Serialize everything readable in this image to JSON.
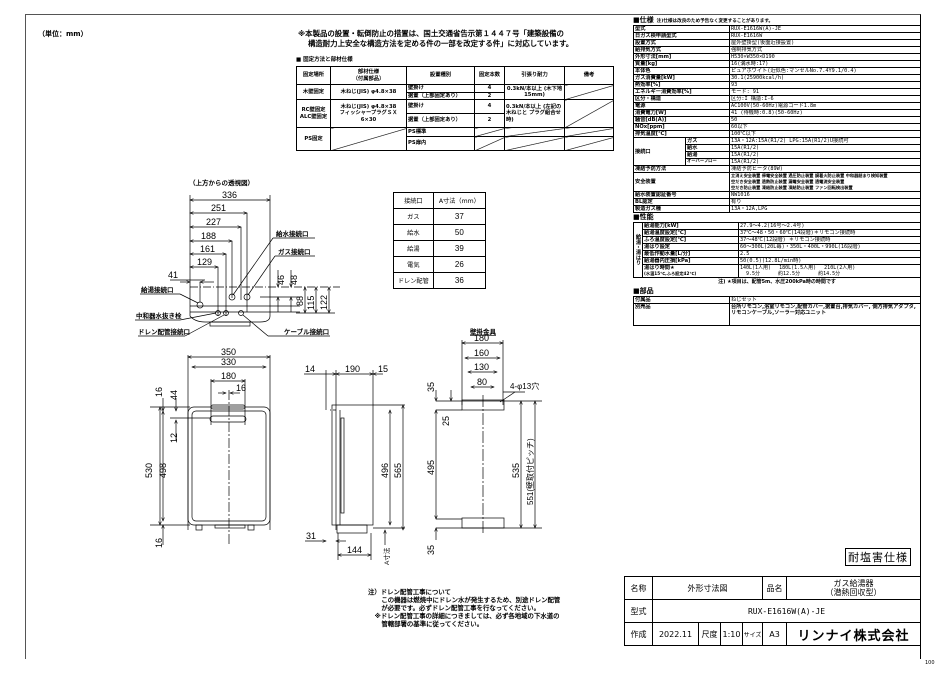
{
  "unit_label": "（単位：mm）",
  "notice": {
    "line1": "※本製品の設置・転倒防止の措置は、国土交通省告示第１４４７号「建築設備の",
    "line2": "構造耐力上安全な構造方法を定める件の一部を改定する件」に対応しています。"
  },
  "fixing": {
    "caption": "■ 固定方法と部材仕様",
    "headers": [
      "固定場所",
      "部材仕様\n（付属部品）",
      "設置種別",
      "固定本数",
      "引張り耐力",
      "備考"
    ],
    "wood": {
      "place": "木壁固定",
      "material": "木ねじ(JIS) φ4.8×38",
      "type1": "壁掛け",
      "type2": "据置（上部固定あり）",
      "n1": "4",
      "n2": "2",
      "strength": "0.3kN/本以上 (木下地15mm)"
    },
    "rc": {
      "place": "RC壁固定 ALC壁固定",
      "material1": "木ねじ(JIS) φ4.8×38",
      "material2": "フィッシャープラグＳＸ 6×30",
      "type1": "壁掛け",
      "type2": "据置（上部固定あり）",
      "n1": "4",
      "n2": "2",
      "strength": "0.3kN/本以上 (左記の木ねじと プラグ組合せ時)"
    },
    "ps": {
      "place": "PS固定",
      "type1": "PS標準",
      "type2": "PS扉内"
    }
  },
  "connection_table": {
    "headers": [
      "接続口",
      "A寸法（mm）"
    ],
    "rows": [
      {
        "name": "ガス",
        "value": "37"
      },
      {
        "name": "給水",
        "value": "50"
      },
      {
        "name": "給湯",
        "value": "39"
      },
      {
        "name": "電気",
        "value": "26"
      },
      {
        "name": "ドレン配管",
        "value": "36"
      }
    ]
  },
  "top_view": {
    "caption": "（上方からの透視図）",
    "dims": [
      "336",
      "251",
      "227",
      "188",
      "161",
      "129",
      "41",
      "46",
      "48",
      "88",
      "115",
      "122"
    ],
    "labels": {
      "water_in": "給水接続口",
      "gas": "ガス接続口",
      "hot_out": "給湯接続口",
      "neutralizer": "中和器水抜き栓",
      "drain": "ドレン配管接続口",
      "cable": "ケーブル接続口"
    }
  },
  "front_view": {
    "dims": [
      "350",
      "330",
      "180",
      "16",
      "16",
      "44",
      "12",
      "530",
      "498",
      "16"
    ]
  },
  "side_view": {
    "dims": [
      "14",
      "190",
      "15",
      "496",
      "565",
      "31",
      "144",
      "A寸法"
    ]
  },
  "bracket": {
    "title": "壁掛金具",
    "dims": [
      "180",
      "160",
      "130",
      "80",
      "35",
      "25",
      "495",
      "35",
      "535",
      "551(壁取付ピッチ)"
    ],
    "hole": "4-φ13穴"
  },
  "spec": {
    "title": "■仕様",
    "title_note": "注)仕様は改良のため予告なく変更することがあります。",
    "rows": [
      {
        "k": "型式",
        "v": "RUX-E1616W(A)-JE"
      },
      {
        "k": "日ガス検申請型式",
        "v": "RUX-E1616W"
      },
      {
        "k": "設置方式",
        "v": "屋外壁掛型(後面近接設置)"
      },
      {
        "k": "給排気方式",
        "v": "強制排気方式"
      },
      {
        "k": "外形寸法[mm]",
        "v": "H530×W350×D190"
      },
      {
        "k": "質量[kg]",
        "v": "16(満水時:17)"
      },
      {
        "k": "本体色",
        "v": "ピュアホワイト(近似色:マンセルNo.7.4Y9.1/0.4)"
      },
      {
        "k": "ガス消費量[kW]",
        "v": "30.1(25900kcal/h)"
      },
      {
        "k": "熱効率[%]",
        "v": "93"
      },
      {
        "k": "エネルギー消費効率[%]",
        "v": "モード: 91"
      },
      {
        "k": "区分・構造",
        "v": "区分:I 構造:I-6"
      },
      {
        "k": "電源",
        "v": "AC100V(50-60Hz)電源コード1.8m"
      },
      {
        "k": "消費電力[W]",
        "v": "41 (待機時:0.8)(50-60Hz)"
      },
      {
        "k": "騒音[dB(A)]",
        "v": "50"
      },
      {
        "k": "NOx[ppm]",
        "v": "60以下"
      },
      {
        "k": "排気温度[℃]",
        "v": "100℃以下"
      }
    ],
    "connection": {
      "label": "接続口",
      "rows": [
        {
          "k": "ガス",
          "v": "13A・12A:15A(R1/2) LPG:15A(R1/2)U接続可"
        },
        {
          "k": "給水",
          "v": "15A(R1/2)"
        },
        {
          "k": "給湯",
          "v": "15A(R1/2)"
        },
        {
          "k": "オーバーフロー",
          "v": "15A(R1/2)"
        }
      ]
    },
    "freeze": {
      "k": "凍結予防方法",
      "v": "凍結予防ヒータ(89W)"
    },
    "safety": {
      "k": "安全装置",
      "v1": "立消え安全装置 停電安全装置 過圧防止装置 誤着火防止装置 中和器詰まり検知装置",
      "v2": "空だき安全装置 過熱防止装置 漏電安全装置 過電流安全装置",
      "v3": "空だき防止装置 凍結防止装置 凍結防止装置 ファン回転検出装置"
    },
    "rows2": [
      {
        "k": "給水装置認証番号",
        "v": "NW1016"
      },
      {
        "k": "BL認定",
        "v": "有り"
      },
      {
        "k": "製造ガス種",
        "v": "13A・12A,LPG"
      }
    ],
    "perf_title": "■性能",
    "perf_group": "給湯・湯はり",
    "perf_rows": [
      {
        "k": "給湯能力[kW]",
        "v": "27.9～4.2(16号～2.4号)"
      },
      {
        "k": "給湯温度設定[℃]",
        "v": "37℃～48・50・60℃(14段階)＊リモコン接続時"
      },
      {
        "k": "ふろ温度設定[℃]",
        "v": "37～48℃(12段階) ＊リモコン接続時"
      },
      {
        "k": "湯はり設定",
        "v": "60～300L(20L毎)・350L・400L・990L(16段階)"
      },
      {
        "k": "最低作動水量[L/分]",
        "v": "2.5"
      },
      {
        "k": "給湯器内圧損[kPa]",
        "v": "50(0.5)(12.8L/min時)"
      }
    ],
    "fill_time": {
      "k1": "湯はり時間★",
      "k2": "(水温15℃,ふろ設定42℃)",
      "h1": "140L(1人用)",
      "h2": "180L(1.5人用)",
      "h3": "210L(2人用)",
      "t1": "9.5分",
      "t2": "約12.5分",
      "t3": "約14.5分"
    },
    "perf_note": "注) ★項目は、配管5m、水圧200kPa時の時間です",
    "parts_title": "■部品",
    "parts": [
      {
        "k": "付属品",
        "v": "ねじセット"
      },
      {
        "k": "別売品",
        "v": "台所リモコン,浴室リモコン,配管カバー,据置台,排気カバー, 側方排気アダプタ,リモコンケーブル,ソーラー対応ユニット"
      }
    ]
  },
  "drain_note": "注）ドレン配管工事について\n      この機器は燃焼中にドレン水が発生するため、別途ドレン配管\n      が必要です。必ずドレン配管工事を行なってください。\n   ※ドレン配管工事の詳細につきましては、必ず各地域の下水道の\n      管轄部署の基準に従ってください。",
  "salt_badge": "耐塩害仕様",
  "title_block": {
    "name_label": "名称",
    "name": "外形寸法図",
    "product_label": "品名",
    "product": "ガス給湯器\n（潜熱回収型）",
    "model_label": "型式",
    "model": "RUX-E1616W(A)-JE",
    "created_label": "作成",
    "created": "2022.11",
    "scale_label": "尺度",
    "scale": "1:10",
    "size_label": "サイズ",
    "size": "A3",
    "company": "リンナイ株式会社"
  },
  "page_number": "100"
}
